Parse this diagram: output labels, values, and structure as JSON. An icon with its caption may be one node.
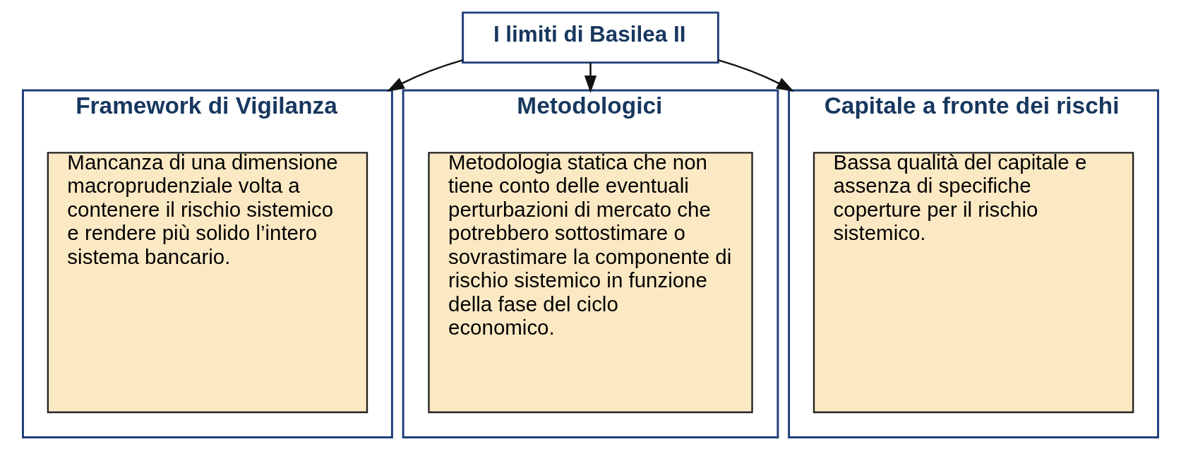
{
  "diagram": {
    "nodes": [
      {
        "text": [
          "I limiti di Basilea II"
        ]
      },
      {
        "text": [
          "Framework di Vigilanza"
        ]
      },
      {
        "text": [
          "Mancanza di una dimensione macroprudenziale volta a contenere il rischio sistemico e rendere più solido l’intero sistema bancario."
        ],
        "in": 1
      },
      {
        "text": [
          "Metodologici"
        ]
      },
      {
        "text": [
          "Metodologia statica che non tiene conto delle eventuali perturbazioni di mercato che potrebbero sottostimare o sovrastimare la componente di rischio sistemico in funzione della fase del ciclo economico."
        ],
        "in": 3
      },
      {
        "text": [
          "Capitale a fronte dei rischi"
        ]
      },
      {
        "text": [
          "Bassa qualità del capitale e assenza di specifiche coperture per il rischio sistemico."
        ],
        "in": 5
      }
    ],
    "edges": [
      {
        "from": 0,
        "to": 1,
        "arrow": "to"
      },
      {
        "from": 0,
        "to": 3,
        "arrow": "to"
      },
      {
        "from": 0,
        "to": 5,
        "arrow": "to"
      }
    ]
  }
}
